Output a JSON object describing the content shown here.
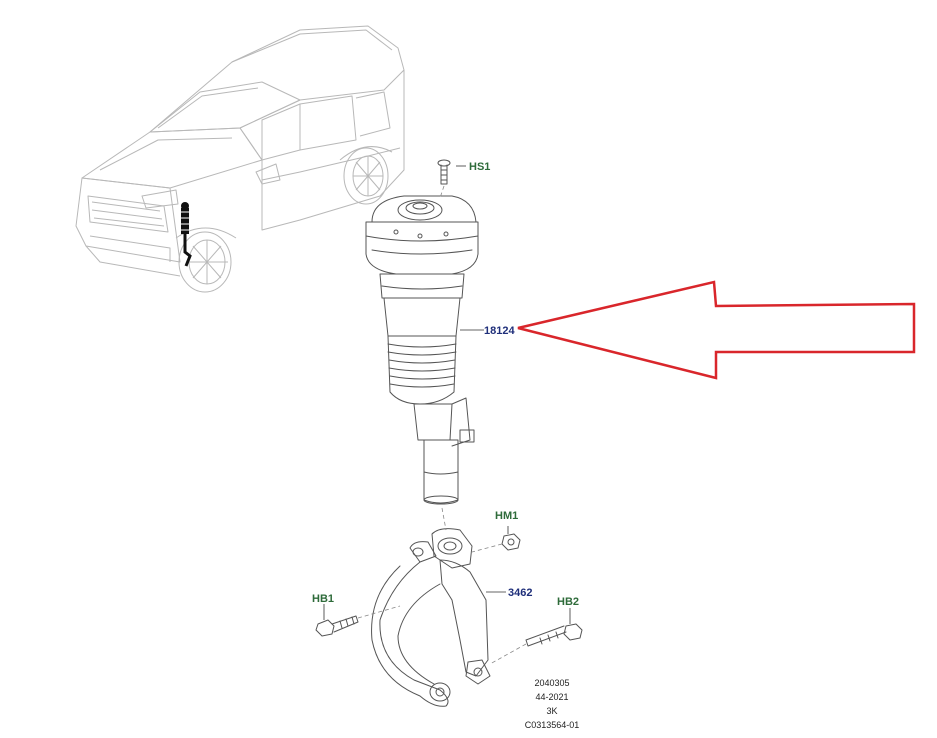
{
  "callouts": {
    "hs1": "HS1",
    "part_18124": "18124",
    "hm1": "HM1",
    "part_3462": "3462",
    "hb1": "HB1",
    "hb2": "HB2"
  },
  "reference_block": {
    "line1": "2040305",
    "line2": "44-2021",
    "line3": "3K",
    "line4": "C0313564-01"
  },
  "colors": {
    "fastener_label": "#2e6b3a",
    "part_label": "#1f2f7a",
    "arrow": "#d9262b",
    "highlight_marker": "#111111"
  },
  "icons": {
    "vehicle": "vehicle-outline-icon",
    "strut": "air-strut-icon",
    "arrow": "red-pointer-arrow-icon"
  }
}
